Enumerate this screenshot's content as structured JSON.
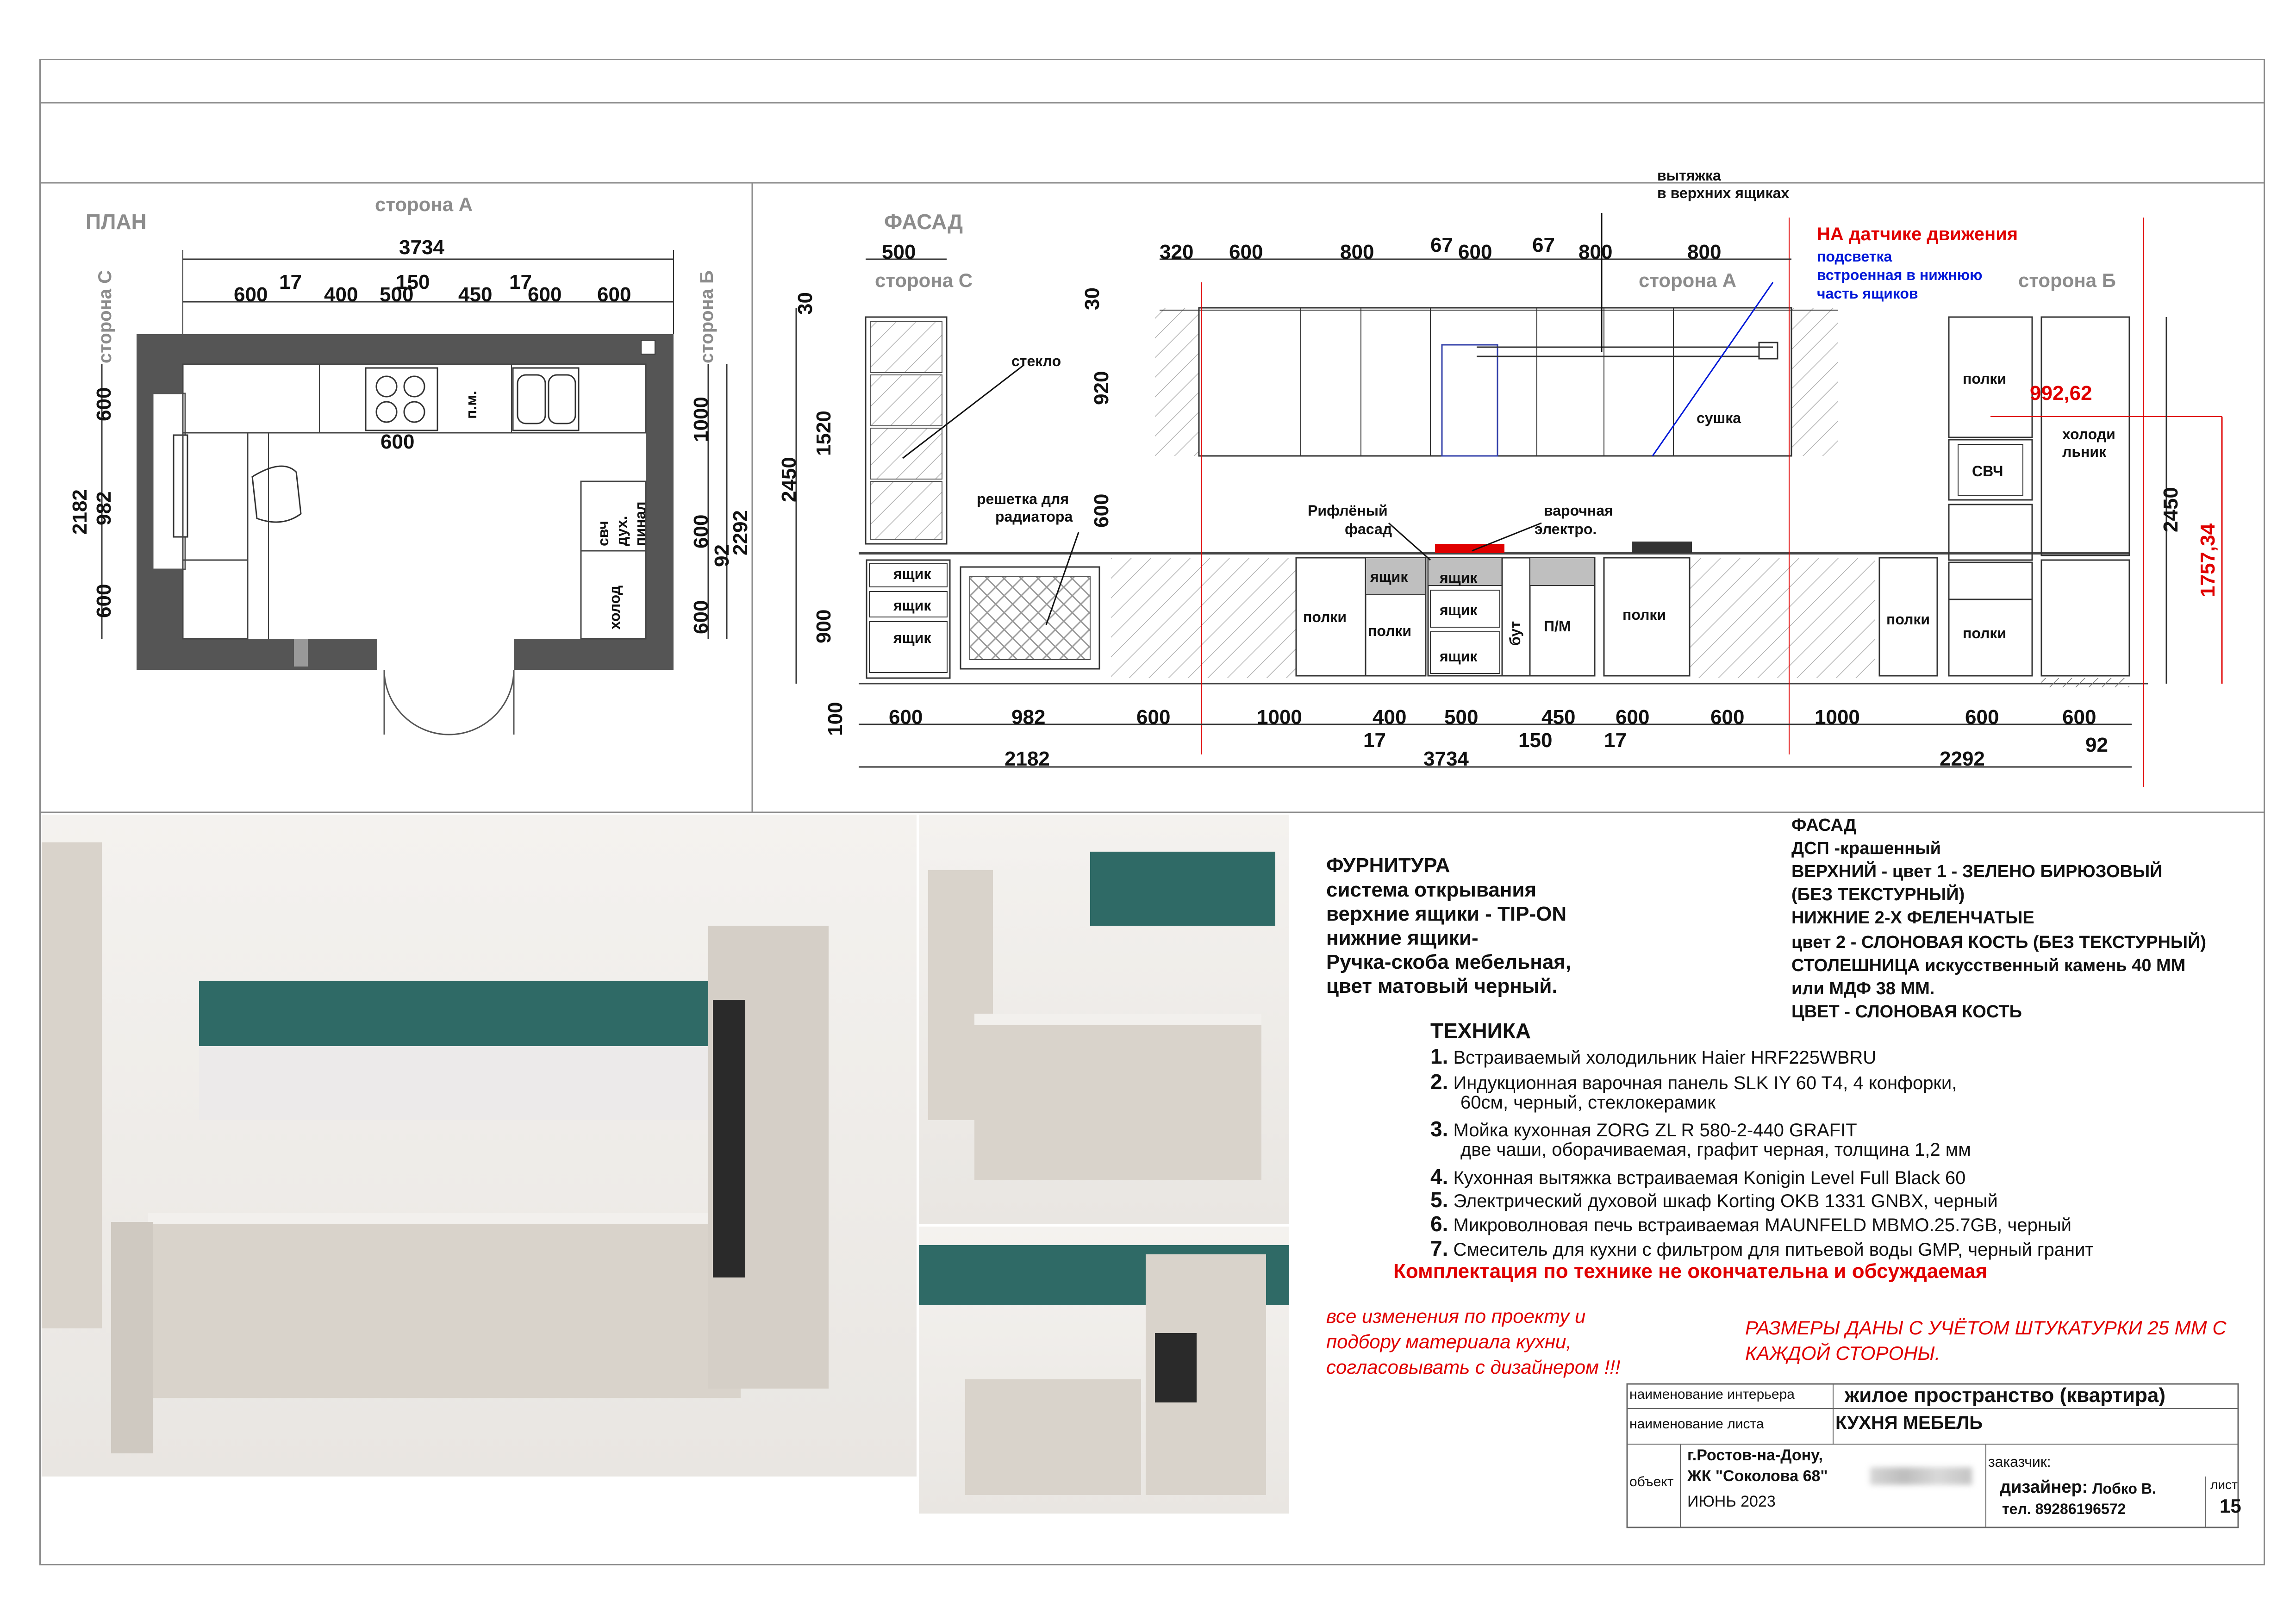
{
  "plan": {
    "title": "ПЛАН",
    "side_a": "сторона А",
    "side_b": "сторона Б",
    "side_c": "сторона С",
    "dim_total": "3734",
    "dims_top": [
      "600",
      "17",
      "400",
      "500",
      "150",
      "450",
      "17",
      "600",
      "600"
    ],
    "dims_left": [
      "2182",
      "600",
      "982",
      "600"
    ],
    "dims_right": [
      "1000",
      "600",
      "92",
      "2292",
      "600"
    ],
    "dim_hob": "600",
    "labels": {
      "pm": "п.м.",
      "svch": "свч",
      "duh": "дух.",
      "pinal": "пинал",
      "holod": "холод"
    }
  },
  "facade": {
    "title": "ФАСАД",
    "side_c": "сторона С",
    "side_a": "сторона А",
    "side_b": "сторона Б",
    "top_dims": [
      "500",
      "320",
      "600",
      "800",
      "67",
      "600",
      "67",
      "800",
      "800"
    ],
    "left_dims": [
      "30",
      "1520",
      "2450",
      "900",
      "100"
    ],
    "upper_dims": [
      "30",
      "920",
      "600"
    ],
    "bottom_dims": [
      "600",
      "982",
      "600",
      "1000",
      "400",
      "500",
      "450",
      "600",
      "600",
      "1000",
      "600",
      "600"
    ],
    "bottom_sub": [
      "17",
      "150",
      "17",
      "92"
    ],
    "bottom_totals": [
      "2182",
      "3734",
      "2292"
    ],
    "right_dims": [
      "2450",
      "1757,34",
      "992,62"
    ],
    "notes": {
      "hood": "вытяжка\nв верхних ящиках",
      "sensor": "НА датчике движения",
      "light1": "подсветка",
      "light2": "встроенная в нижнюю",
      "light3": "часть ящиков",
      "glass": "стекло",
      "grille1": "решетка для",
      "grille2": "радиатора",
      "ribbed1": "Рифлёный",
      "ribbed2": "фасад",
      "hob1": "варочная",
      "hob2": "электро.",
      "dryer": "сушка"
    },
    "cabinet_labels": {
      "drawer": "ящик",
      "shelves": "полки",
      "but": "бут",
      "pm": "П/М",
      "svch": "СВЧ",
      "fridge1": "холоди",
      "fridge2": "льник"
    }
  },
  "furniture": {
    "title": "ФУРНИТУРА",
    "lines": [
      "система открывания",
      "верхние ящики - TIP-ON",
      "нижние ящики-",
      "Ручка-скоба мебельная,",
      "цвет матовый черный."
    ]
  },
  "facade_spec": {
    "lines": [
      "ФАСАД",
      "ДСП -крашенный",
      "ВЕРХНИЙ - цвет 1 - ЗЕЛЕНО БИРЮЗОВЫЙ",
      "(БЕЗ ТЕКСТУРНЫЙ)",
      "НИЖНИЕ 2-Х ФЕЛЕНЧАТЫЕ",
      "цвет 2 - СЛОНОВАЯ КОСТЬ (БЕЗ ТЕКСТУРНЫЙ)",
      "СТОЛЕШНИЦА искусственный камень 40 ММ",
      "или МДФ 38 ММ.",
      "ЦВЕТ - СЛОНОВАЯ КОСТЬ"
    ]
  },
  "technique": {
    "title": "ТЕХНИКА",
    "items": [
      {
        "n": "1.",
        "text": "Встраиваемый холодильник Haier HRF225WBRU"
      },
      {
        "n": "2.",
        "text": "Индукционная варочная панель SLK IY 60 T4, 4 конфорки,"
      },
      {
        "n": "",
        "text": "60см, черный, стеклокерамик"
      },
      {
        "n": "3.",
        "text": "Мойка кухонная ZORG ZL R 580-2-440 GRAFIT"
      },
      {
        "n": "",
        "text": "две чаши, оборачиваемая, графит черная, толщина 1,2 мм"
      },
      {
        "n": "4.",
        "text": "Кухонная вытяжка встраиваемая Konigin Level Full Black 60"
      },
      {
        "n": "5.",
        "text": "Электрический духовой шкаф Korting OKB 1331 GNBX, черный"
      },
      {
        "n": "6.",
        "text": "Микроволновая печь встраиваемая MAUNFELD MBMO.25.7GB, черный"
      },
      {
        "n": "7.",
        "text": "Смеситель для кухни с фильтром для питьевой воды GMP, черный гранит"
      }
    ],
    "warning": "Комплектация по технике не окончательна и обсуждаемая"
  },
  "notes": {
    "changes": [
      "все изменения по проекту и",
      "подбору материала кухни,",
      "согласовывать с дизайнером !!!"
    ],
    "dims_note": [
      "РАЗМЕРЫ ДАНЫ С УЧЁТОМ ШТУКАТУРКИ 25 ММ С",
      "КАЖДОЙ СТОРОНЫ."
    ]
  },
  "title_block": {
    "interior_label": "наименование интерьера",
    "interior_value": "жилое пространство (квартира)",
    "sheet_label": "наименование листа",
    "sheet_value": "КУХНЯ МЕБЕЛЬ",
    "object_label": "объект",
    "object_lines": [
      "г.Ростов-на-Дону,",
      "ЖК \"Соколова 68\"",
      "ИЮНЬ 2023"
    ],
    "customer_label": "заказчик:",
    "designer_label": "дизайнер:",
    "designer_name": "Лобко В.",
    "phone": "тел. 89286196572",
    "sheet_no_label": "лист",
    "sheet_no": "15"
  },
  "colors": {
    "teal": "#2f6a66",
    "ivory": "#d9d3cb",
    "red": "#e00000",
    "blue": "#0018d8",
    "wall": "#555555"
  }
}
